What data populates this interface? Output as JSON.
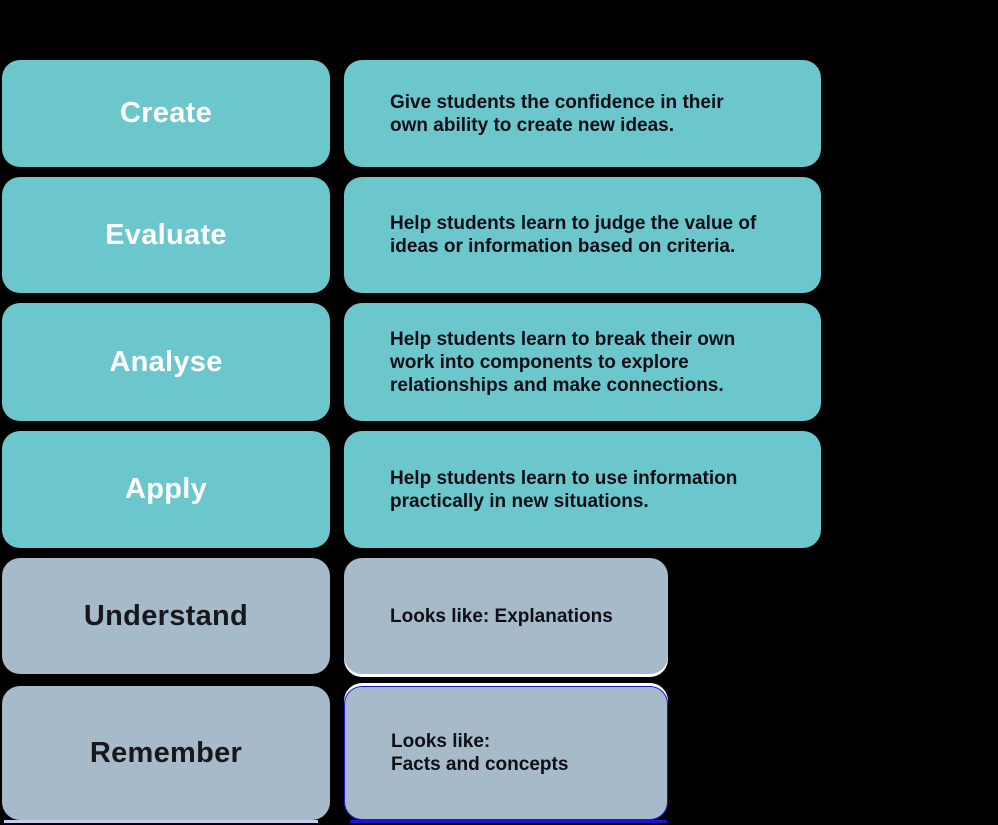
{
  "title": "Blooms taxonomy levels diagram",
  "colors": {
    "background": "#000000",
    "teal": "#6cc7cd",
    "slate": "#a6bac9",
    "label_light": "#ffffff",
    "label_dark": "#17171c",
    "description_text": "#0e0e14",
    "link_border_blue": "#1c1ccd",
    "underline_left": "#c6cbf1",
    "underline_right": "#1717cf",
    "edge_white": "#ffffff"
  },
  "rows": [
    {
      "label": "Create",
      "description": "Give students the confidence in their\nown ability to create new ideas.",
      "theme": "teal"
    },
    {
      "label": "Evaluate",
      "description": "Help students learn to judge the value of\nideas or information based on criteria.",
      "theme": "teal"
    },
    {
      "label": "Analyse",
      "description": "Help students learn to break their own\nwork into components to explore\nrelationships and make connections.",
      "theme": "teal"
    },
    {
      "label": "Apply",
      "description": "Help students learn to use information\npractically in new situations.",
      "theme": "teal"
    },
    {
      "label": "Understand",
      "description": "Looks like: Explanations",
      "theme": "slate"
    },
    {
      "label": "Remember",
      "description": "Looks like:\nFacts and concepts",
      "theme": "slate"
    }
  ]
}
